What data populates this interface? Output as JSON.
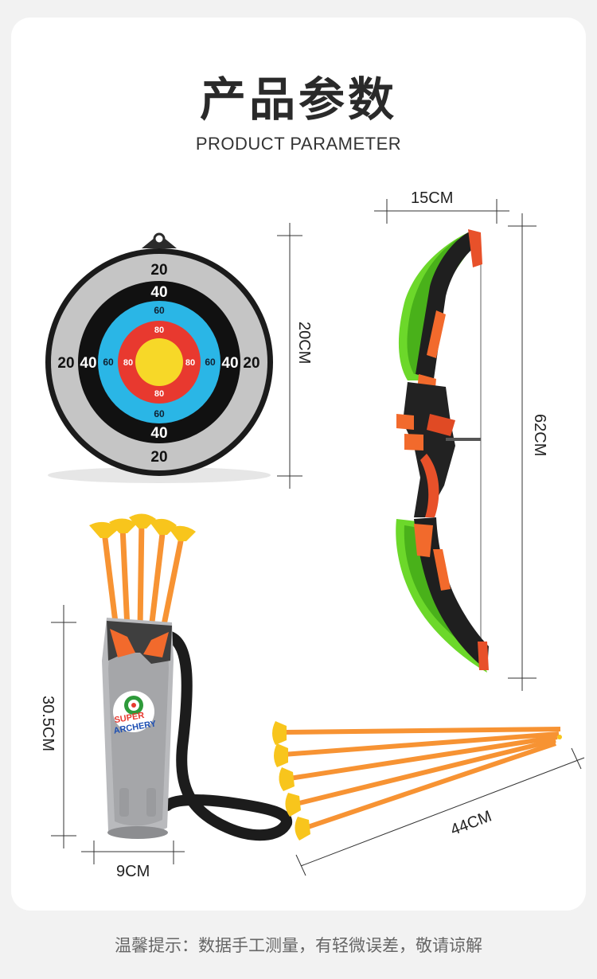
{
  "header": {
    "title_cn": "产品参数",
    "title_en": "PRODUCT PARAMETER"
  },
  "target": {
    "rings": {
      "outer": "20",
      "second": "40",
      "third": "60",
      "fourth": "80"
    }
  },
  "dimensions": {
    "target_diameter": "20CM",
    "bow_width": "15CM",
    "bow_height": "62CM",
    "quiver_height": "30.5CM",
    "quiver_width": "9CM",
    "arrow_length": "44CM"
  },
  "quiver": {
    "logo_text_line1": "SUPER",
    "logo_text_line2": "ARCHERY"
  },
  "footer": {
    "note": "温馨提示：数据手工测量，有轻微误差，敬请谅解"
  },
  "colors": {
    "bow_green": "#6cd82a",
    "accent_orange": "#f26a2c",
    "arrow_orange": "#f79333",
    "suction_yellow": "#f8c51c",
    "target_blue": "#2ab6e6",
    "target_red": "#e8392f",
    "target_yellow": "#f7d828",
    "quiver_gray": "#b9babd"
  }
}
